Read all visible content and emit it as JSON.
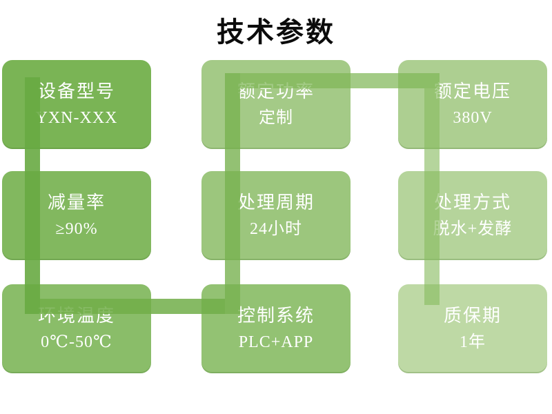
{
  "title": "技术参数",
  "boxes": [
    {
      "label": "设备型号",
      "value": "YXN-XXX",
      "color": "#7ab455"
    },
    {
      "label": "额定功率",
      "value": "定制",
      "color": "#a4ca87"
    },
    {
      "label": "额定电压",
      "value": "380V",
      "color": "#adcf91"
    },
    {
      "label": "减量率",
      "value": "≥90%",
      "color": "#82b85f"
    },
    {
      "label": "处理周期",
      "value": "24小时",
      "color": "#9cc67d"
    },
    {
      "label": "处理方式",
      "value": "脱水+发酵",
      "color": "#b5d49b"
    },
    {
      "label": "环境温度",
      "value": "0℃-50℃",
      "color": "#8abd69"
    },
    {
      "label": "控制系统",
      "value": "PLC+APP",
      "color": "#93c273"
    },
    {
      "label": "质保期",
      "value": "1年",
      "color": "#bed9a5"
    }
  ],
  "connector": {
    "segments": [
      {
        "name": "leg-1-down",
        "color": "rgba(104,170,66,0.90)"
      },
      {
        "name": "leg-2-right",
        "color": "rgba(113,174,73,0.85)"
      },
      {
        "name": "leg-3-up",
        "color": "rgba(120,178,80,0.80)"
      },
      {
        "name": "leg-4-right",
        "color": "rgba(128,183,88,0.72)"
      },
      {
        "name": "leg-5-down",
        "color": "rgba(136,188,96,0.62)"
      }
    ]
  }
}
